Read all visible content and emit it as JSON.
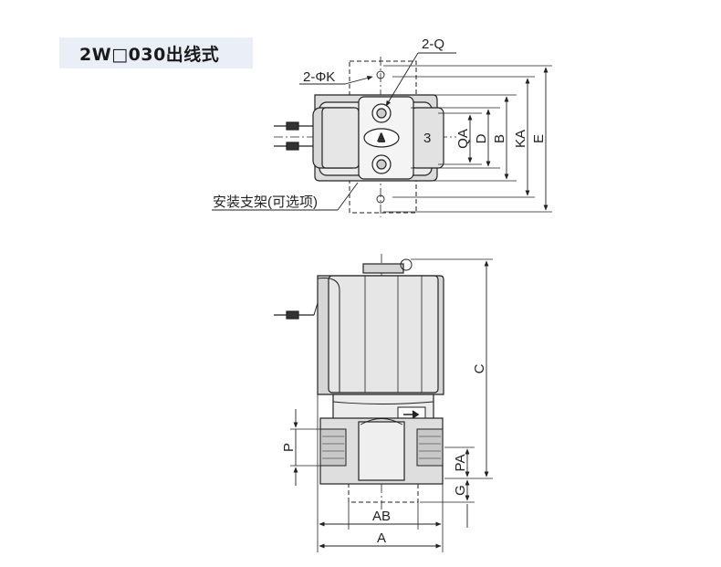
{
  "title": "2W□030出线式",
  "top_view": {
    "label_2q": "2-Q",
    "label_2phik": "2-ΦK",
    "label_3": "3",
    "label_arrow": "A",
    "label_qa": "QA",
    "label_d": "D",
    "label_b": "B",
    "label_ka": "KA",
    "label_e": "E",
    "label_bracket": "安装支架(可选项)"
  },
  "front_view": {
    "label_c": "C",
    "label_p": "P",
    "label_pa": "PA",
    "label_g": "G",
    "label_ab": "AB",
    "label_a": "A"
  }
}
